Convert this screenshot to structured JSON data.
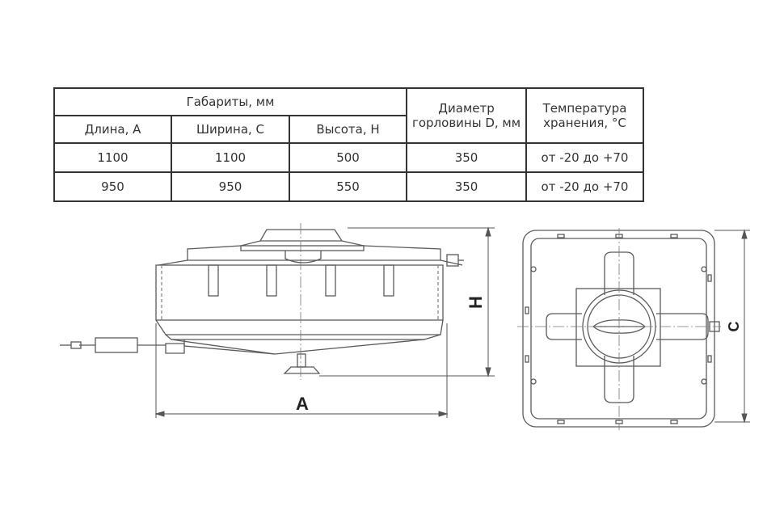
{
  "table": {
    "group_header": "Габариты, мм",
    "col_length": "Длина, А",
    "col_width": "Ширина, С",
    "col_height": "Высота, Н",
    "col_neck": "Диаметр горловины D, мм",
    "col_temp": "Температура хранения, °С",
    "rows": [
      {
        "length": "1100",
        "width": "1100",
        "height": "500",
        "neck": "350",
        "temp": "от -20 до +70"
      },
      {
        "length": "950",
        "width": "950",
        "height": "550",
        "neck": "350",
        "temp": "от -20 до +70"
      }
    ]
  },
  "drawing": {
    "dim_a": "A",
    "dim_h": "H",
    "dim_c": "C"
  }
}
